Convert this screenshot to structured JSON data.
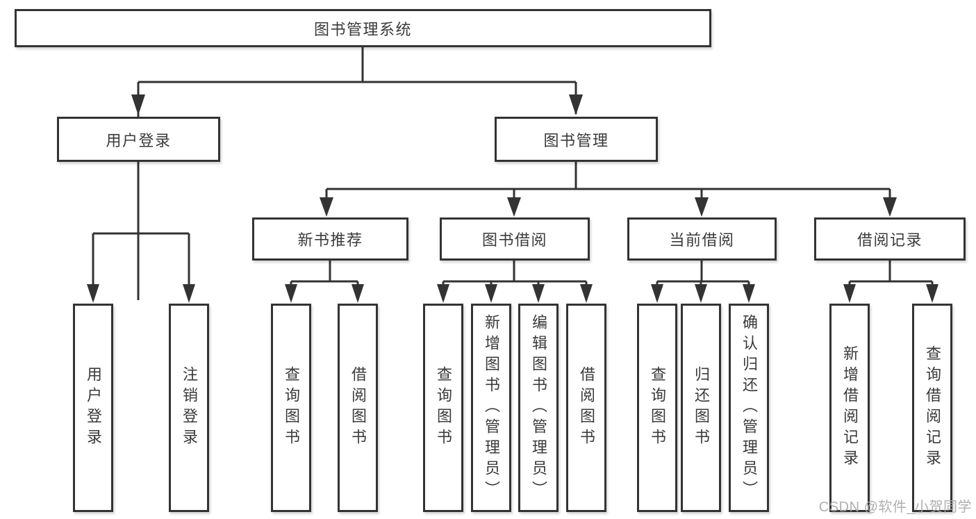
{
  "tree": {
    "root": {
      "label": "图书管理系统",
      "children": [
        {
          "label": "用户登录",
          "children": [
            {
              "label": "用户登录"
            },
            {
              "label": "注销登录"
            }
          ]
        },
        {
          "label": "图书管理",
          "children": [
            {
              "label": "新书推荐",
              "children": [
                {
                  "label": "查询图书"
                },
                {
                  "label": "借阅图书"
                }
              ]
            },
            {
              "label": "图书借阅",
              "children": [
                {
                  "label": "查询图书"
                },
                {
                  "label": "新增图书（管理员）"
                },
                {
                  "label": "编辑图书（管理员）"
                },
                {
                  "label": "借阅图书"
                }
              ]
            },
            {
              "label": "当前借阅",
              "children": [
                {
                  "label": "查询图书"
                },
                {
                  "label": "归还图书"
                },
                {
                  "label": "确认归还（管理员）"
                }
              ]
            },
            {
              "label": "借阅记录",
              "children": [
                {
                  "label": "新增借阅记录"
                },
                {
                  "label": "查询借阅记录"
                }
              ]
            }
          ]
        }
      ]
    }
  },
  "watermark": {
    "text": "CSDN @软件_小贺同学"
  },
  "colors": {
    "background": "#ffffff",
    "line": "#333333",
    "box_border": "#333333",
    "text": "#3a3a3a",
    "watermark": "#a8a8a8"
  }
}
